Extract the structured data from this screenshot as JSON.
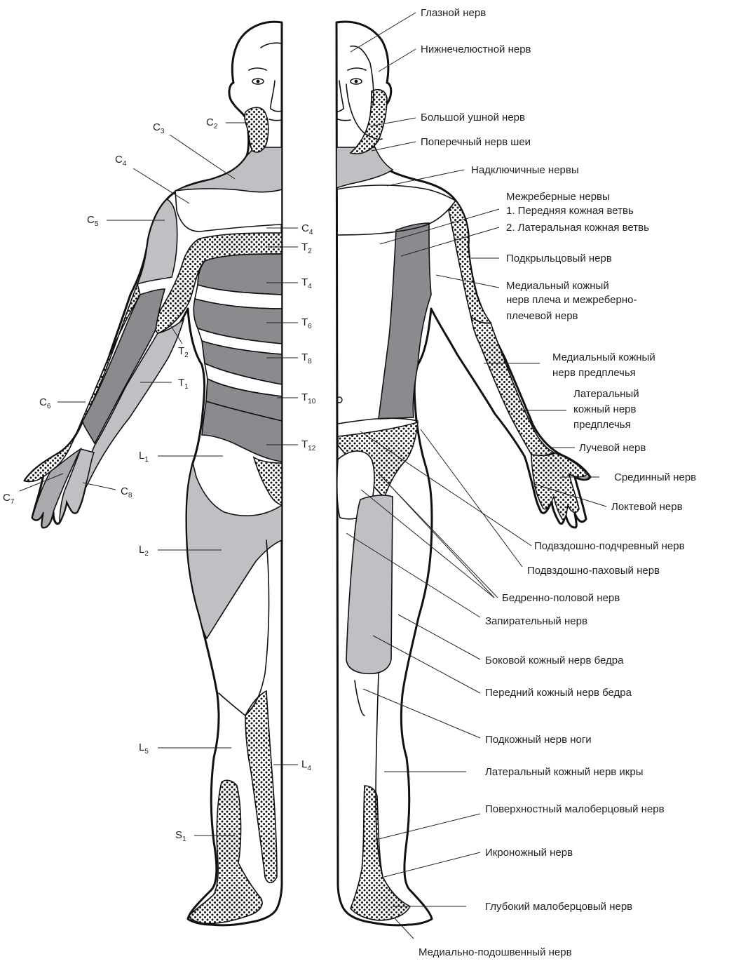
{
  "segments": {
    "C2": {
      "letter": "C",
      "sub": "2"
    },
    "C3": {
      "letter": "C",
      "sub": "3"
    },
    "C4a": {
      "letter": "C",
      "sub": "4"
    },
    "C5": {
      "letter": "C",
      "sub": "5"
    },
    "C4b": {
      "letter": "C",
      "sub": "4"
    },
    "T2a": {
      "letter": "T",
      "sub": "2"
    },
    "T4": {
      "letter": "T",
      "sub": "4"
    },
    "T6": {
      "letter": "T",
      "sub": "6"
    },
    "T8": {
      "letter": "T",
      "sub": "8"
    },
    "T2b": {
      "letter": "T",
      "sub": "2"
    },
    "T1": {
      "letter": "T",
      "sub": "1"
    },
    "C6": {
      "letter": "C",
      "sub": "6"
    },
    "T10": {
      "letter": "T",
      "sub": "10"
    },
    "T12": {
      "letter": "T",
      "sub": "12"
    },
    "L1": {
      "letter": "L",
      "sub": "1"
    },
    "C7": {
      "letter": "C",
      "sub": "7"
    },
    "C8": {
      "letter": "C",
      "sub": "8"
    },
    "L2": {
      "letter": "L",
      "sub": "2"
    },
    "L5": {
      "letter": "L",
      "sub": "5"
    },
    "L4": {
      "letter": "L",
      "sub": "4"
    },
    "S1": {
      "letter": "S",
      "sub": "1"
    }
  },
  "nerves": {
    "ophthalmic": "Глазной нерв",
    "mandibular": "Нижнечелюстной нерв",
    "great_auricular": "Большой ушной нерв",
    "transverse_cervical": "Поперечный нерв шеи",
    "supraclavicular": "Надключичные нервы",
    "intercostal": "Межреберные нервы",
    "intercostal_anterior": "1. Передняя кожная ветвь",
    "intercostal_lateral": "2. Латеральная кожная ветвь",
    "axillary": "Подкрыльцовый нерв",
    "medial_arm_1": "Медиальный кожный",
    "medial_arm_2": "нерв плеча и межреберно-",
    "medial_arm_3": "плечевой нерв",
    "medial_forearm_1": "Медиальный кожный",
    "medial_forearm_2": "нерв предплечья",
    "lateral_forearm_1": "Латеральный",
    "lateral_forearm_2": "кожный нерв",
    "lateral_forearm_3": "предплечья",
    "radial": "Лучевой нерв",
    "median": "Срединный нерв",
    "ulnar": "Локтевой нерв",
    "iliohypogastric": "Подвздошно-подчревный нерв",
    "ilioinguinal": "Подвздошно-паховый нерв",
    "genitofemoral": "Бедренно-половой нерв",
    "obturator": "Запирательный нерв",
    "lateral_thigh": "Боковой кожный нерв бедра",
    "anterior_thigh": "Передний кожный нерв бедра",
    "saphenous": "Подкожный нерв ноги",
    "lateral_calf": "Латеральный кожный нерв икры",
    "superficial_peroneal": "Поверхностный малоберцовый нерв",
    "sural": "Икроножный нерв",
    "deep_peroneal": "Глубокий малоберцовый нерв",
    "medial_plantar": "Медиально-подошвенный нерв"
  }
}
